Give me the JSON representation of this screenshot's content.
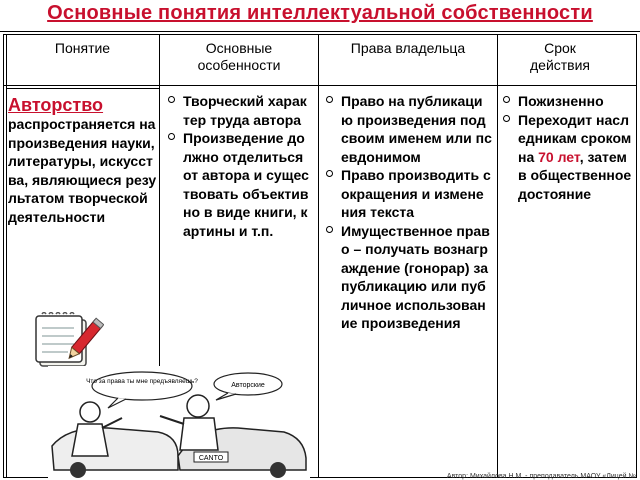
{
  "title": "Основные понятия интеллектуальной собственности",
  "headers": {
    "concept": "Понятие",
    "features": "Основные особенности",
    "rights": "Права владельца",
    "term": "Срок действия"
  },
  "concept": {
    "term": "Авторство",
    "definition": "распространяется на произведения науки, литературы, искусства, являющиеся результатом творческой деятельности"
  },
  "features": [
    "Творческий характер труда автора",
    "Произведение должно отделиться от автора и существовать объективно в виде книги, картины и т.п."
  ],
  "rights": [
    "Право на публикацию произведения под своим именем или псевдонимом",
    "Право производить сокращения и изменения текста",
    "Имущественное право – получать вознаграждение (гонорар) за публикацию или публичное использование произведения"
  ],
  "term_items": {
    "item1": "Пожизненно",
    "item2_before": "Переходит наследникам сроком на ",
    "item2_highlight": "70 лет",
    "item2_after": ", затем в общественное достояние"
  },
  "cartoon": {
    "bubble_left": "Что за права ты мне предъявляешь?",
    "bubble_right": "Авторские",
    "plate": "CANTO"
  },
  "footer": "Автор: Михайлова Н.М. - преподаватель МАОУ «Лицей №",
  "colors": {
    "accent": "#c8102e",
    "border": "#000000"
  },
  "icons": [
    "notepad-pencil-icon"
  ]
}
